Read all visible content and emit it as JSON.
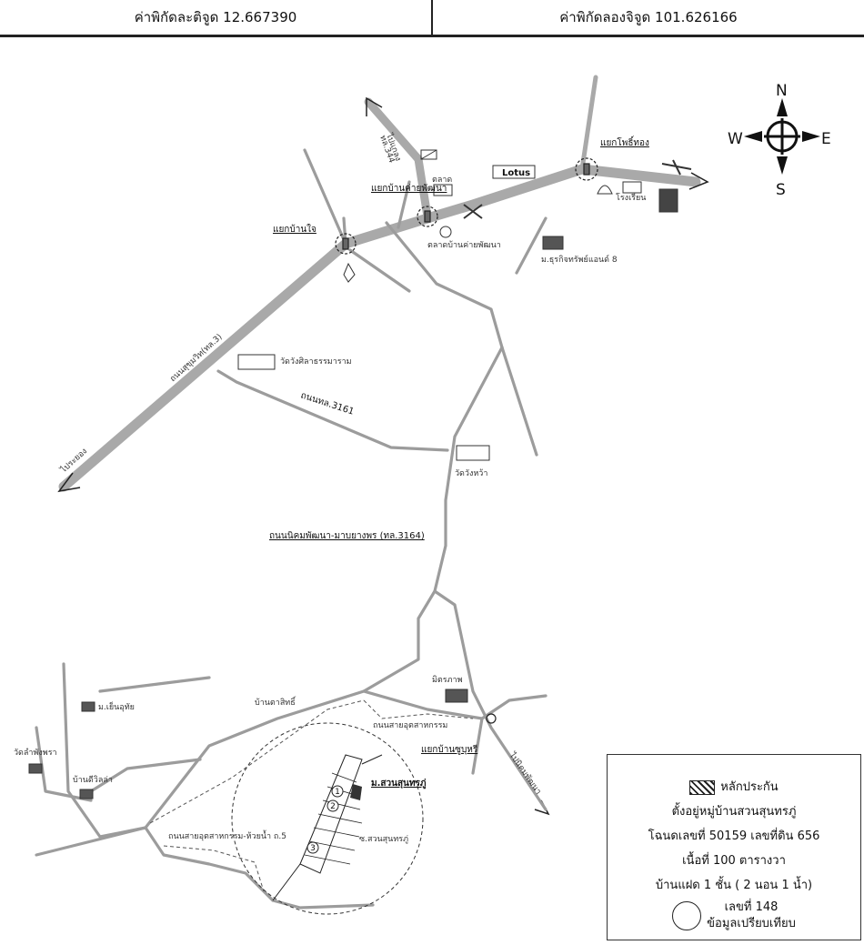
{
  "header": {
    "latitude": "ค่าพิกัดละติจูด 12.667390",
    "longitude": "ค่าพิกัดลองจิจูด 101.626166"
  },
  "compass": {
    "n": "N",
    "s": "S",
    "e": "E",
    "w": "W"
  },
  "labels": {
    "to_klaeng": "ไปแกลง",
    "route_344": "ทล.344",
    "yaek_ban_pak_phang": "แยกบ้านค่ายพัฒนา",
    "yaek_ban_chak": "แยกบ้านใจ",
    "lotus": "Lotus",
    "yaek_rong": "แยกโพธิ์ทอง",
    "pakkrong": "ตลาด",
    "school": "โรงเรียน",
    "village_8": "ม.ธุรกิจทรัพย์แอนด์ 8",
    "market": "ตลาดบ้านค่ายพัฒนา",
    "road_sukhumvit": "ถนนสุขุมวิท(ทล.3)",
    "to_rayong": "ไประยอง",
    "wat_1": "วัดวังศิลาธรรมาราม",
    "road_3161": "ถนนทล.3161",
    "wat_2": "วัดวังหว้า",
    "road_3164": "ถนนนิคมพัฒนา-มาบยางพร (ทล.3164)",
    "mahakod": "มิตรภาพ",
    "ban_ta": "บ้านตาสิทธิ์",
    "village_1": "ม.เย็นอุทัย",
    "wat_3": "วัดลำพังพรา",
    "village_2": "บ้านดีวิลล่า",
    "road_local_1": "ถนนสายอุตสาหกรรม",
    "road_local_2": "ถนนสายอุตสาหกรรม-ห้วยน้ำ ถ.5",
    "road_local_3": "แยกบ้านซูบุหรี",
    "to_plaeng": "ไปนิคมพัฒนา",
    "village_target": "ม.สวนสุนทรภู่",
    "soi": "ซ.สวนสุนทรภู่"
  },
  "legend": {
    "collateral": "หลักประกัน",
    "location": "ตั้งอยู่หมู่บ้านสวนสุนทรภู่",
    "deed": "โฉนดเลขที่ 50159 เลขที่ดิน 656",
    "area": "เนื้อที่ 100 ตารางวา",
    "house": "บ้านแฝด 1 ชั้น ( 2 นอน 1 น้ำ)",
    "number": "เลขที่ 148",
    "compare": "ข้อมูลเปรียบเทียบ"
  },
  "comparables": [
    "1",
    "2",
    "3"
  ],
  "colors": {
    "main_road": "#a9a9a9",
    "minor_road": "#9c9c9c",
    "line": "#222222"
  }
}
